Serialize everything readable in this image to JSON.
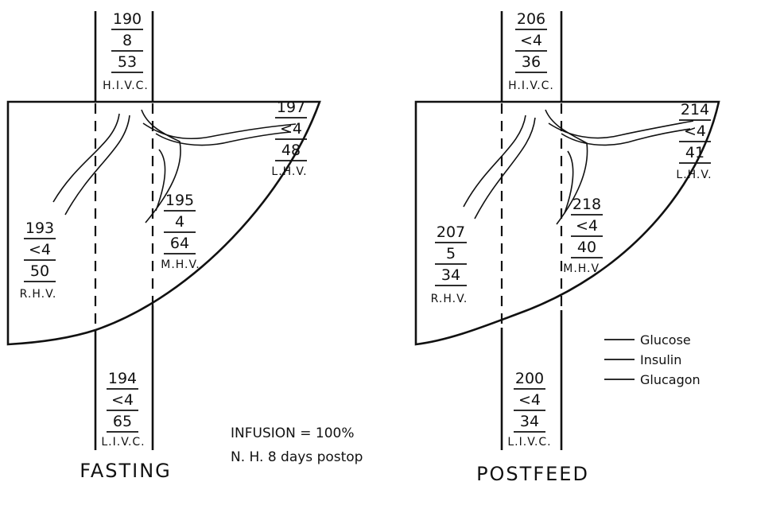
{
  "panels": {
    "fasting": {
      "title": "FASTING",
      "hivc": {
        "glucose": "190",
        "insulin": "8",
        "glucagon": "53",
        "label": "H.I.V.C."
      },
      "lhv": {
        "glucose": "197",
        "insulin": "<4",
        "glucagon": "48",
        "label": "L.H.V."
      },
      "mhv": {
        "glucose": "195",
        "insulin": "4",
        "glucagon": "64",
        "label": "M.H.V."
      },
      "rhv": {
        "glucose": "193",
        "insulin": "<4",
        "glucagon": "50",
        "label": "R.H.V."
      },
      "livc": {
        "glucose": "194",
        "insulin": "<4",
        "glucagon": "65",
        "label": "L.I.V.C."
      }
    },
    "postfeed": {
      "title": "POSTFEED",
      "hivc": {
        "glucose": "206",
        "insulin": "<4",
        "glucagon": "36",
        "label": "H.I.V.C."
      },
      "lhv": {
        "glucose": "214",
        "insulin": "<4",
        "glucagon": "41",
        "label": "L.H.V."
      },
      "mhv": {
        "glucose": "218",
        "insulin": "<4",
        "glucagon": "40",
        "label": "M.H.V."
      },
      "rhv": {
        "glucose": "207",
        "insulin": "5",
        "glucagon": "34",
        "label": "R.H.V."
      },
      "livc": {
        "glucose": "200",
        "insulin": "<4",
        "glucagon": "34",
        "label": "L.I.V.C."
      }
    }
  },
  "note": {
    "line1": "INFUSION = 100%",
    "line2": "N. H.  8 days postop"
  },
  "legend": {
    "items": [
      "Glucose",
      "Insulin",
      "Glucagon"
    ]
  }
}
